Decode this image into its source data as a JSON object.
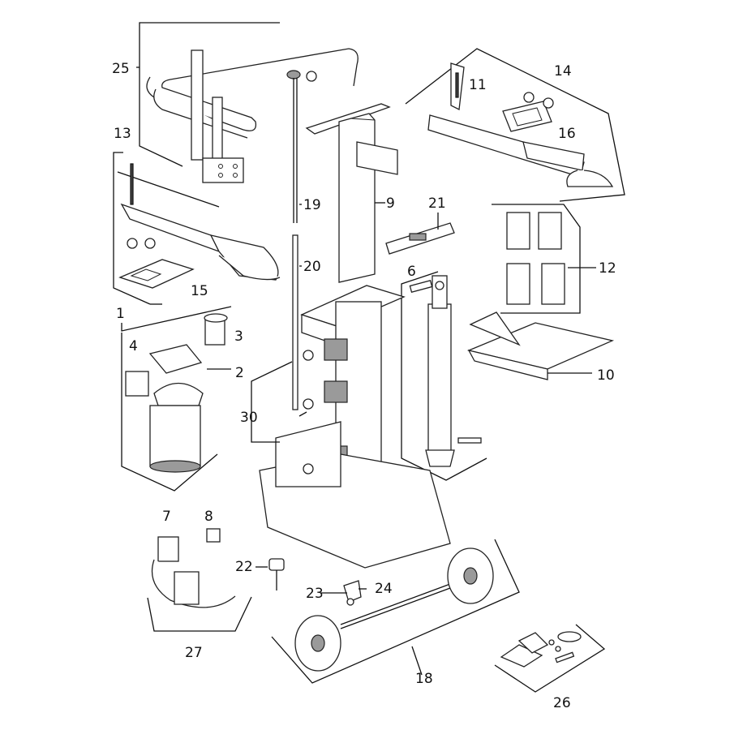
{
  "callouts": [
    {
      "id": "25",
      "text": "25"
    },
    {
      "id": "13",
      "text": "13"
    },
    {
      "id": "19",
      "text": "19"
    },
    {
      "id": "9",
      "text": "9"
    },
    {
      "id": "14",
      "text": "14"
    },
    {
      "id": "11",
      "text": "11"
    },
    {
      "id": "16",
      "text": "16"
    },
    {
      "id": "21",
      "text": "21"
    },
    {
      "id": "20",
      "text": "20"
    },
    {
      "id": "15",
      "text": "15"
    },
    {
      "id": "12",
      "text": "12"
    },
    {
      "id": "6",
      "text": "6"
    },
    {
      "id": "1",
      "text": "1"
    },
    {
      "id": "3",
      "text": "3"
    },
    {
      "id": "4",
      "text": "4"
    },
    {
      "id": "2",
      "text": "2"
    },
    {
      "id": "10",
      "text": "10"
    },
    {
      "id": "30",
      "text": "30"
    },
    {
      "id": "7",
      "text": "7"
    },
    {
      "id": "8",
      "text": "8"
    },
    {
      "id": "22",
      "text": "22"
    },
    {
      "id": "23",
      "text": "23"
    },
    {
      "id": "24",
      "text": "24"
    },
    {
      "id": "27",
      "text": "27"
    },
    {
      "id": "18",
      "text": "18"
    },
    {
      "id": "26",
      "text": "26"
    }
  ],
  "icons": [
    "log-splitter-frame",
    "handle-bar",
    "motor",
    "hydraulic-cylinder",
    "wheel",
    "gasket-kit"
  ]
}
